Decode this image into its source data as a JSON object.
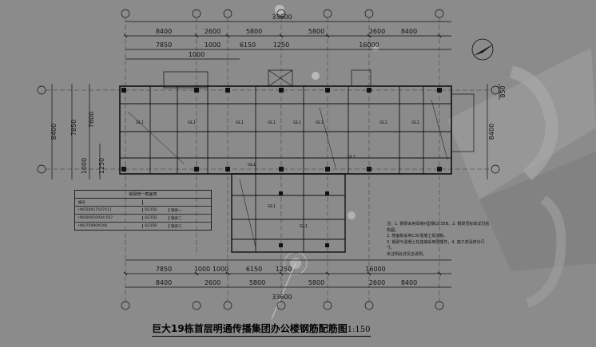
{
  "drawing": {
    "title": "巨大19栋首层明通传播集团办公楼钢筋配筋图",
    "scale": "1:150",
    "top_dims": {
      "overall": "33600",
      "row1": [
        "8400",
        "2600",
        "5800",
        "5800",
        "2600",
        "8400"
      ],
      "row2": [
        "7850",
        "1000",
        "6150",
        "1250",
        "16000"
      ],
      "row3": [
        "1000"
      ]
    },
    "bottom_dims": {
      "overall": "33600",
      "row1": [
        "7850",
        "1000",
        "1000",
        "6150",
        "1250",
        "16000"
      ],
      "row2": [
        "8400",
        "2600",
        "5800",
        "5800",
        "2600",
        "8400"
      ]
    },
    "left_dims": {
      "outer": "8400",
      "mid": "7850",
      "inner": "7600",
      "small": [
        "1000",
        "1250"
      ]
    },
    "right_dims": {
      "outer": "8400",
      "small": "850"
    },
    "beam_label": "GL1",
    "table": {
      "caption": "钢梁统一截面表",
      "header": "编号",
      "rows": [
        {
          "section": "HN350X175X7X11",
          "grade": "Q235B",
          "note": "钢梁一"
        },
        {
          "section": "HN200X100X4.5X7",
          "grade": "Q235B",
          "note": "钢梁二"
        },
        {
          "section": "HN175X90X5X8",
          "grade": "Q235B",
          "note": "钢梁三"
        }
      ]
    },
    "notes": [
      "注：1. 钢梁采用焊接H型钢Q235B，2. 钢梁顶标高详见结构图。",
      "2. 楼面板采用C30混凝土现浇板。",
      "3. 钢梁与混凝土柱连接采用预埋件，4. 施工前请核对尺寸。",
      "未注明处详见总说明。"
    ]
  },
  "colors": {
    "background": "#8a8a8a",
    "line": "#111111",
    "accent": "#c8c8c8"
  }
}
